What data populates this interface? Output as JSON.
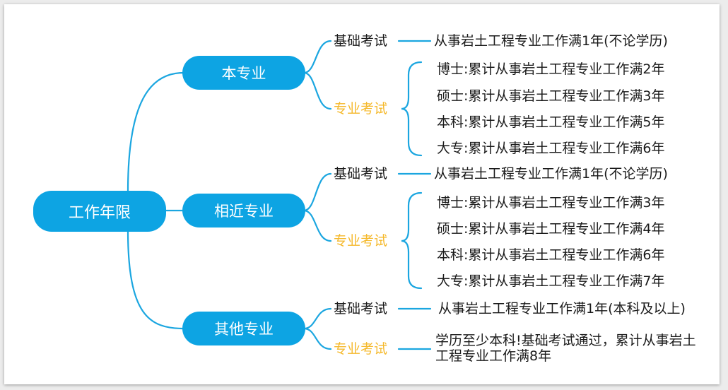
{
  "root": {
    "label": "工作年限"
  },
  "colors": {
    "node_fill": "#0da4e3",
    "link": "#1ba6e0",
    "pro_label": "#f5b92c",
    "text": "#1a1a1a"
  },
  "branches": [
    {
      "label": "本专业",
      "basic": {
        "label": "基础考试",
        "requirement": "从事岩土工程专业工作满1年(不论学历)"
      },
      "pro": {
        "label": "专业考试",
        "items": [
          "博士:累计从事岩土工程专业工作满2年",
          "硕士:累计从事岩土工程专业工作满3年",
          "本科:累计从事岩土工程专业工作满5年",
          "大专:累计从事岩土工程专业工作满6年"
        ]
      }
    },
    {
      "label": "相近专业",
      "basic": {
        "label": "基础考试",
        "requirement": "从事岩土工程专业工作满1年(不论学历)"
      },
      "pro": {
        "label": "专业考试",
        "items": [
          "博士:累计从事岩土工程专业工作满3年",
          "硕士:累计从事岩土工程专业工作满4年",
          "本科:累计从事岩土工程专业工作满6年",
          "大专:累计从事岩土工程专业工作满7年"
        ]
      }
    },
    {
      "label": "其他专业",
      "basic": {
        "label": "基础考试",
        "requirement": "从事岩土工程专业工作满1年(本科及以上)"
      },
      "pro": {
        "label": "专业考试",
        "items": [
          "学历至少本科!基础考试通过，累计从事岩土工程专业工作满8年"
        ]
      }
    }
  ]
}
